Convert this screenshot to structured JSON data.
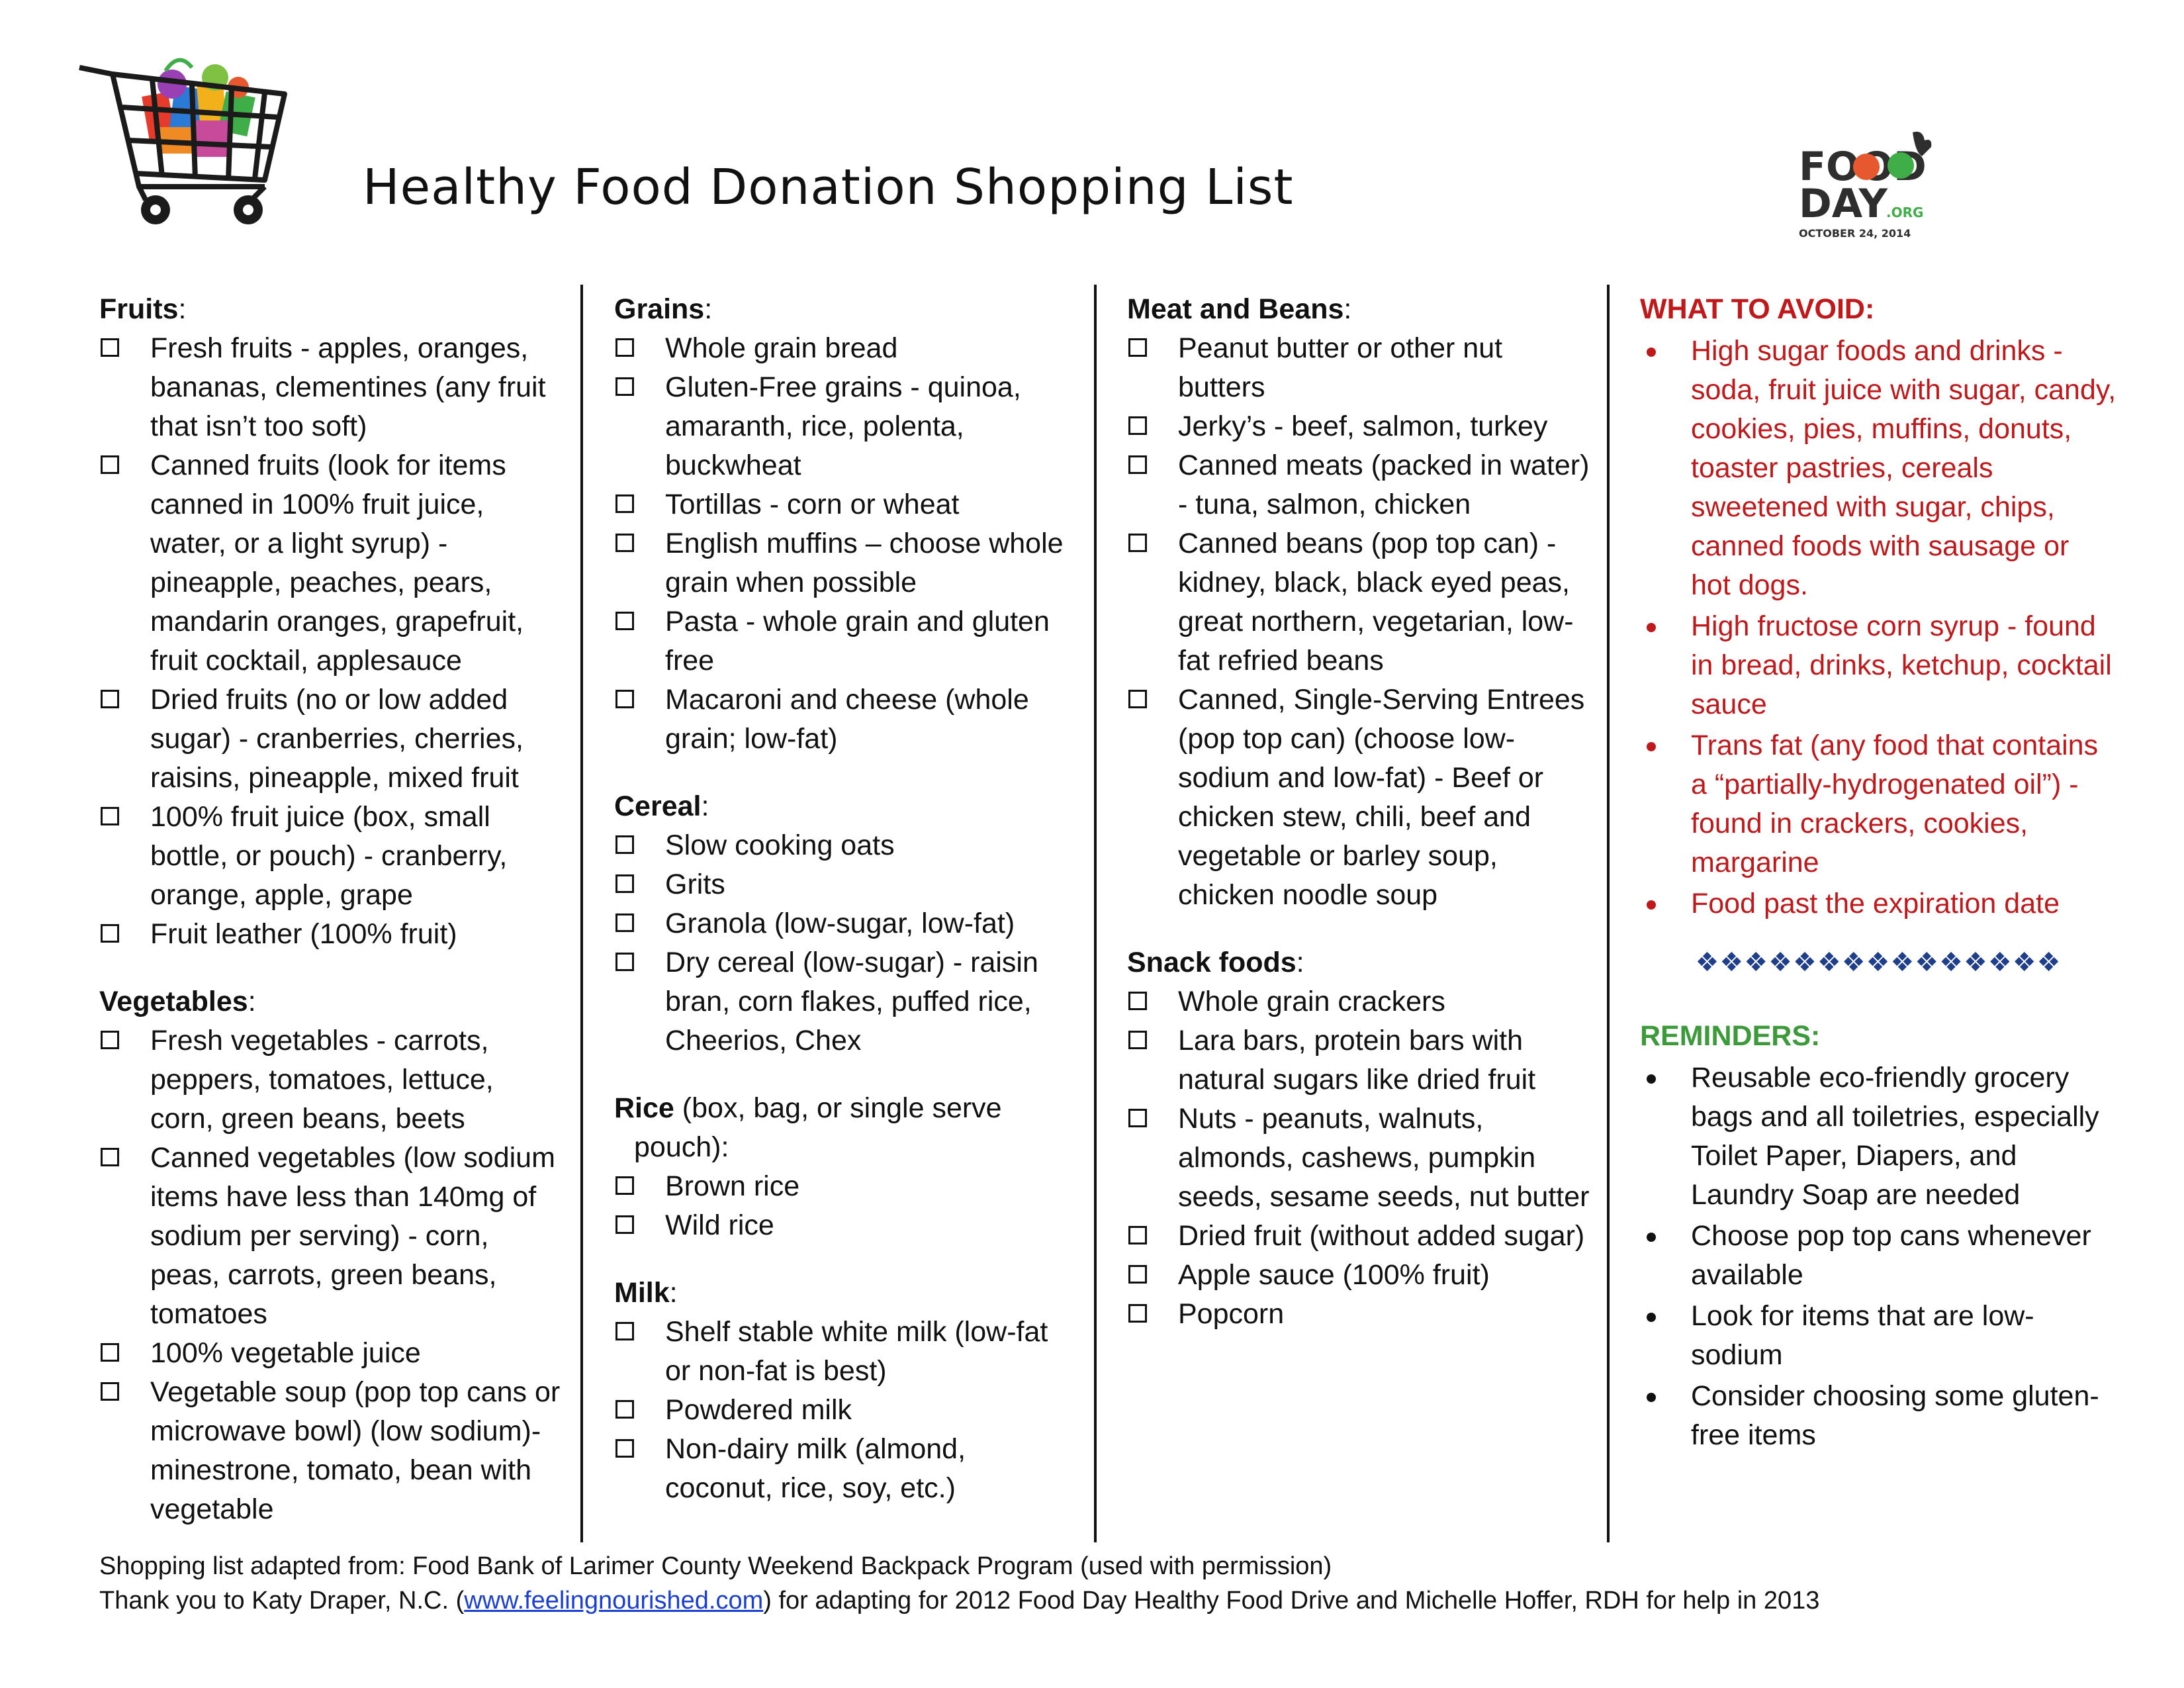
{
  "page": {
    "title": "Healthy Food Donation Shopping List",
    "logo": {
      "line1": "FOOD",
      "line2": "DAY",
      "suffix": ".ORG",
      "date": "OCTOBER 24, 2014"
    }
  },
  "col1": {
    "fruits": {
      "heading": "Fruits",
      "items": [
        "Fresh fruits - apples, oranges, bananas, clementines (any fruit that isn’t too soft)",
        "Canned fruits (look for items canned in 100% fruit juice, water, or a light syrup) - pineapple, peaches, pears, mandarin oranges, grapefruit, fruit cocktail, applesauce",
        "Dried fruits (no or low added sugar) -  cranberries, cherries, raisins, pineapple, mixed fruit",
        "100% fruit juice (box, small bottle, or pouch) - cranberry, orange, apple, grape",
        "Fruit leather (100% fruit)"
      ]
    },
    "vegetables": {
      "heading": "Vegetables",
      "items": [
        "Fresh vegetables - carrots, peppers, tomatoes, lettuce, corn, green beans, beets",
        "Canned vegetables (low sodium items have less than 140mg of sodium per serving) - corn, peas, carrots, green beans, tomatoes",
        "100% vegetable juice",
        "Vegetable soup (pop top cans or microwave bowl) (low sodium)- minestrone, tomato, bean with vegetable"
      ]
    }
  },
  "col2": {
    "grains": {
      "heading": "Grains",
      "items": [
        "Whole grain bread",
        "Gluten-Free grains - quinoa, amaranth, rice, polenta, buckwheat",
        "Tortillas - corn or wheat",
        "English muffins – choose whole grain when possible",
        "Pasta - whole grain and gluten free",
        "Macaroni and cheese (whole grain; low-fat)"
      ]
    },
    "cereal": {
      "heading": "Cereal",
      "items": [
        "Slow cooking oats",
        "Grits",
        "Granola (low-sugar, low-fat)",
        "Dry cereal (low-sugar) - raisin bran, corn flakes, puffed rice, Cheerios, Chex"
      ]
    },
    "rice": {
      "heading": "Rice",
      "heading_note": " (box, bag, or single serve pouch):",
      "items": [
        "Brown rice",
        "Wild rice"
      ]
    },
    "milk": {
      "heading": "Milk",
      "items": [
        "Shelf stable white milk (low-fat or non-fat is best)",
        "Powdered milk",
        "Non-dairy milk (almond, coconut, rice, soy, etc.)"
      ]
    }
  },
  "col3": {
    "meat": {
      "heading": "Meat and Beans",
      "items": [
        "Peanut butter or other nut butters",
        "Jerky’s - beef, salmon, turkey",
        "Canned meats (packed in water) - tuna, salmon, chicken",
        "Canned beans (pop top can) - kidney, black, black eyed peas, great northern, vegetarian, low-fat refried beans",
        "Canned, Single-Serving Entrees (pop top can) (choose low-sodium and low-fat) - Beef or chicken stew, chili, beef and vegetable or barley soup, chicken noodle soup"
      ]
    },
    "snacks": {
      "heading": "Snack foods",
      "items": [
        "Whole grain crackers",
        "Lara bars, protein bars with natural sugars like dried fruit",
        "Nuts - peanuts, walnuts, almonds, cashews, pumpkin seeds, sesame seeds, nut butter",
        "Dried fruit (without added sugar)",
        "Apple sauce (100% fruit)",
        "Popcorn"
      ]
    }
  },
  "col4": {
    "avoid": {
      "heading": "WHAT TO AVOID:",
      "items": [
        "High sugar foods and drinks - soda, fruit juice with sugar, candy, cookies, pies, muffins, donuts, toaster pastries, cereals sweetened with sugar, chips, canned foods with sausage or hot dogs.",
        "High fructose corn syrup - found in bread, drinks, ketchup, cocktail sauce",
        "Trans fat (any food that contains a “partially-hydrogenated oil”) - found in crackers, cookies, margarine",
        "Food past the expiration date"
      ]
    },
    "divider": "❖❖❖❖❖❖❖❖❖❖❖❖❖❖❖",
    "reminders": {
      "heading": "REMINDERS:",
      "items": [
        "Reusable eco-friendly grocery bags and all toiletries, especially Toilet Paper, Diapers, and Laundry Soap are needed",
        "Choose pop top cans whenever available",
        "Look for items that are low-sodium",
        "Consider choosing some gluten-free items"
      ]
    }
  },
  "footer": {
    "line1": "Shopping list adapted from: Food Bank of Larimer County Weekend Backpack Program (used with permission)",
    "line2_pre": "Thank you to Katy Draper, N.C. (",
    "line2_link": "www.feelingnourished.com",
    "line2_post": ") for adapting for 2012 Food Day Healthy Food Drive and Michelle Hoffer, RDH for help in 2013"
  },
  "colors": {
    "avoid": "#c0191c",
    "reminders": "#3c9a3a",
    "diamonds": "#1f3f8a",
    "link": "#1a3fd1"
  }
}
